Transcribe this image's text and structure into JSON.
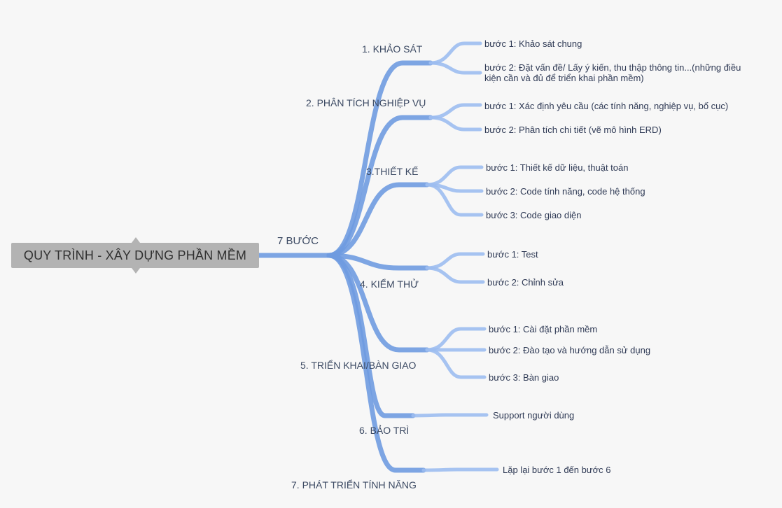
{
  "root": {
    "title": "QUY TRÌNH - XÂY DỰNG PHẦN MỀM"
  },
  "hub": {
    "label": "7 BƯỚC"
  },
  "branches": [
    {
      "label": "1. KHẢO SÁT",
      "children": [
        "bước 1: Khảo sát chung",
        "bước 2: Đặt vấn đề/ Lấy ý kiến, thu thập thông tin...(những điều kiện cần và đủ để triển khai phần mềm)"
      ]
    },
    {
      "label": "2. PHÂN TÍCH NGHIỆP VỤ",
      "children": [
        "bước 1: Xác định yêu cầu (các tính năng, nghiệp vụ, bố cục)",
        "bước 2: Phân tích chi tiết (vẽ mô hình ERD)"
      ]
    },
    {
      "label": "3.THIẾT KẾ",
      "children": [
        "bước 1: Thiết kế dữ liệu, thuật toán",
        "bước 2: Code tính năng, code hệ thống",
        "bước 3: Code giao diện"
      ]
    },
    {
      "label": "4. KIỂM THỬ",
      "children": [
        "bước 1: Test",
        "bước 2: Chỉnh sửa"
      ]
    },
    {
      "label": "5. TRIỂN KHAI/BÀN GIAO",
      "children": [
        "bước 1: Cài đặt phần mềm",
        "bước 2: Đào tạo và hướng dẫn sử dụng",
        "bước 3: Bàn giao"
      ]
    },
    {
      "label": "6. BẢO TRÌ",
      "children": [
        "Support người dùng"
      ]
    },
    {
      "label": "7. PHÁT TRIỂN TÍNH NĂNG",
      "children": [
        "Lặp lại bước 1 đến bước 6"
      ]
    }
  ],
  "colors": {
    "link": "#6f9be0",
    "link_light": "#9cbdf0",
    "root_bg": "#b3b3b3",
    "background": "#f7f7f7"
  }
}
